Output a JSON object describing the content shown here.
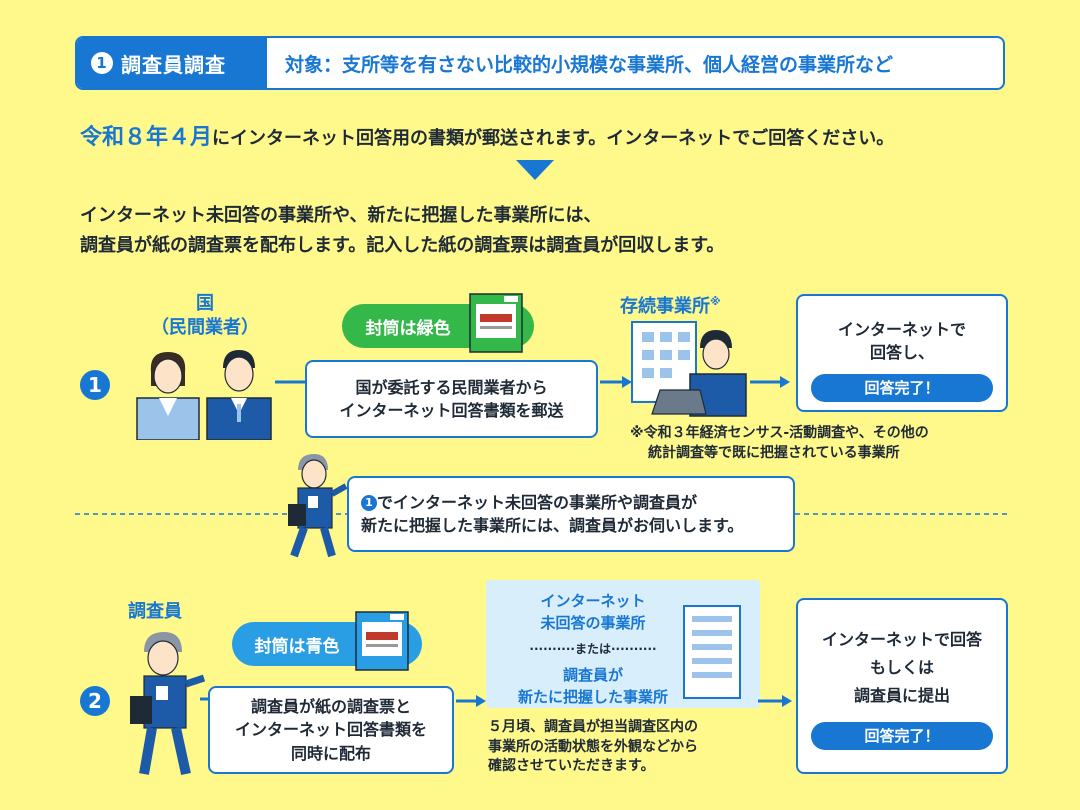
{
  "header": {
    "number": "1",
    "title": "調査員調査",
    "target": "対象：支所等を有さない比較的小規模な事業所、個人経営の事業所など"
  },
  "intro": {
    "date": "令和８年４月",
    "rest": "にインターネット回答用の書類が郵送されます。インターネットでご回答ください。"
  },
  "notice": {
    "line1": "インターネット未回答の事業所や、新たに把握した事業所には、",
    "line2": "調査員が紙の調査票を配布します。記入した紙の調査票は調査員が回収します。"
  },
  "step1": {
    "number": "1",
    "actor_line1": "国",
    "actor_line2": "（民間業者）",
    "envelope_label": "封筒は緑色",
    "action_line1": "国が委託する民間業者から",
    "action_line2": "インターネット回答書類を郵送",
    "recipient_title": "存続事業所",
    "recipient_mark": "※",
    "result_line1": "インターネットで",
    "result_line2": "回答し、",
    "result_badge": "回答完了！",
    "footnote_line1": "※令和３年経済センサス‐活動調査や、その他の",
    "footnote_line2": "統計調査等で既に把握されている事業所"
  },
  "middle": {
    "line1": "でインターネット未回答の事業所や調査員が",
    "line2": "新たに把握した事業所には、調査員がお伺いします。",
    "ref_number": "1"
  },
  "step2": {
    "number": "2",
    "actor": "調査員",
    "envelope_label": "封筒は青色",
    "action_line1": "調査員が紙の調査票と",
    "action_line2": "インターネット回答書類を",
    "action_line3": "同時に配布",
    "target_line1": "インターネット",
    "target_line2": "未回答の事業所",
    "target_or": "または",
    "target_line3": "調査員が",
    "target_line4": "新たに把握した事業所",
    "note_line1": "５月頃、調査員が担当調査区内の",
    "note_line2": "事業所の活動状態を外観などから",
    "note_line3": "確認させていただきます。",
    "result_line1": "インターネットで回答",
    "result_line2": "もしくは",
    "result_line3": "調査員に提出",
    "result_badge": "回答完了！"
  },
  "colors": {
    "background": "#fff98c",
    "accent": "#1877d2",
    "green": "#35b84a",
    "light_blue": "#2a9ee5"
  }
}
